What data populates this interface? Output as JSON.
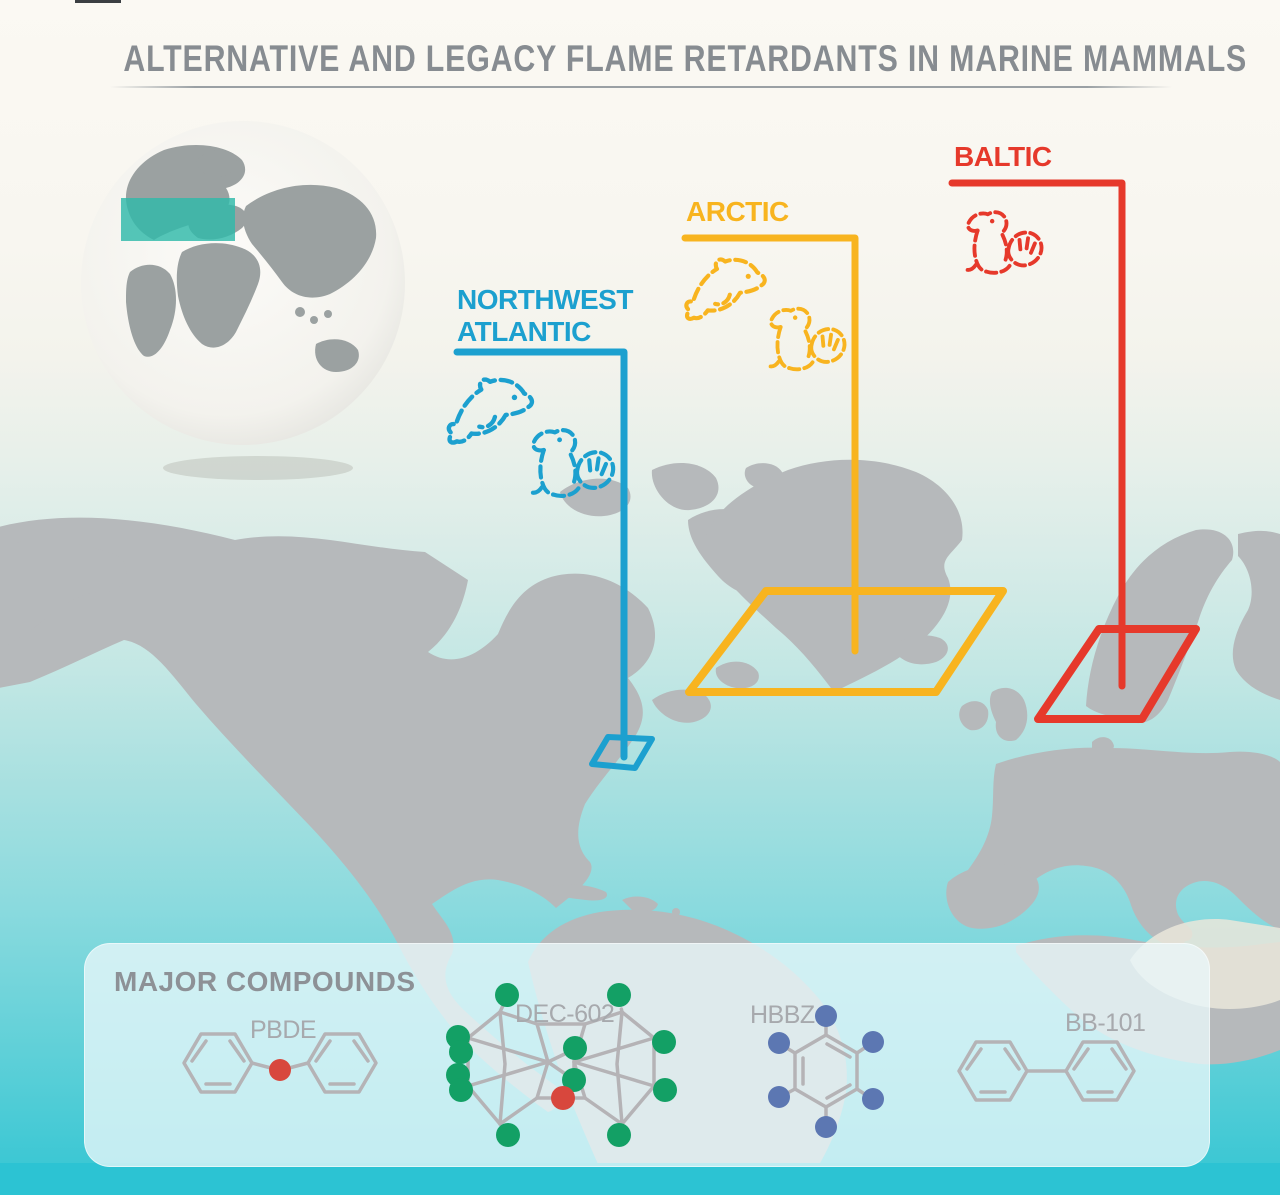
{
  "title": "ALTERNATIVE AND LEGACY FLAME RETARDANTS IN MARINE MAMMALS",
  "globe": {
    "icon": "globe-map-icon",
    "highlight_region_color": "#2FB9A9"
  },
  "regions": [
    {
      "id": "northwest-atlantic",
      "label_line1": "NORTHWEST",
      "label_line2": "ATLANTIC",
      "color": "#1CA0CF",
      "animal_icons": [
        "dolphin-icon",
        "seal-icon"
      ]
    },
    {
      "id": "arctic",
      "label": "ARCTIC",
      "color": "#F8B41F",
      "animal_icons": [
        "dolphin-icon",
        "seal-icon"
      ]
    },
    {
      "id": "baltic",
      "label": "BALTIC",
      "color": "#E6392B",
      "animal_icons": [
        "seal-icon"
      ]
    }
  ],
  "compounds_panel": {
    "heading": "MAJOR COMPOUNDS",
    "compounds": [
      {
        "name": "PBDE",
        "atom_dot_colors": [
          "#D8473D"
        ]
      },
      {
        "name": "DEC-602",
        "atom_dot_colors": [
          "#13A065",
          "#D8473D"
        ]
      },
      {
        "name": "HBBZ",
        "atom_dot_colors": [
          "#5C77B2"
        ]
      },
      {
        "name": "BB-101",
        "atom_dot_colors": []
      }
    ]
  },
  "colors": {
    "region-blue": "#1CA0CF",
    "region-yellow": "#F8B41F",
    "region-red": "#E6392B",
    "globe-highlight": "#2FB9A9",
    "land-gray": "#B6B9BB",
    "globe-land-gray": "#9BA1A1",
    "dot-green": "#13A065",
    "dot-red": "#D8473D",
    "dot-blue": "#5C77B2",
    "structure-gray": "#B5B3B6",
    "title-gray": "#878C91",
    "heading-gray": "#8D9196",
    "compound-label-gray": "#A7A9AD",
    "water-cyan-bottom": "#2CC3D3"
  }
}
